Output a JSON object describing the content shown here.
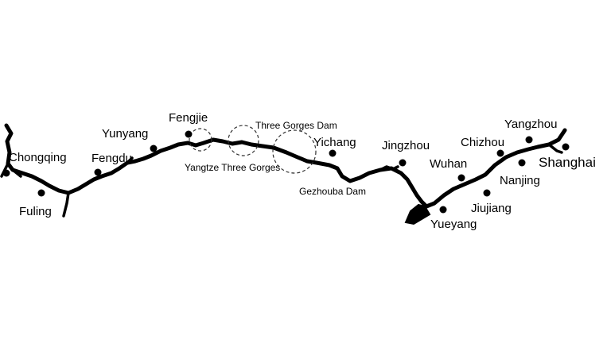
{
  "map": {
    "cities": {
      "chongqing": "Chongqing",
      "fuling": "Fuling",
      "fengdu": "Fengdu",
      "yunyang": "Yunyang",
      "fengjie": "Fengjie",
      "yichang": "Yichang",
      "jingzhou": "Jingzhou",
      "yueyang": "Yueyang",
      "wuhan": "Wuhan",
      "jiujiang": "Jiujiang",
      "chizhou": "Chizhou",
      "nanjing": "Nanjing",
      "yangzhou": "Yangzhou",
      "shanghai": "Shanghai"
    },
    "sites": {
      "three_gorges_dam": "Three Gorges Dam",
      "yangtze_three_gorges": "Yangtze Three Gorges",
      "gezhouba_dam": "Gezhouba Dam"
    }
  }
}
